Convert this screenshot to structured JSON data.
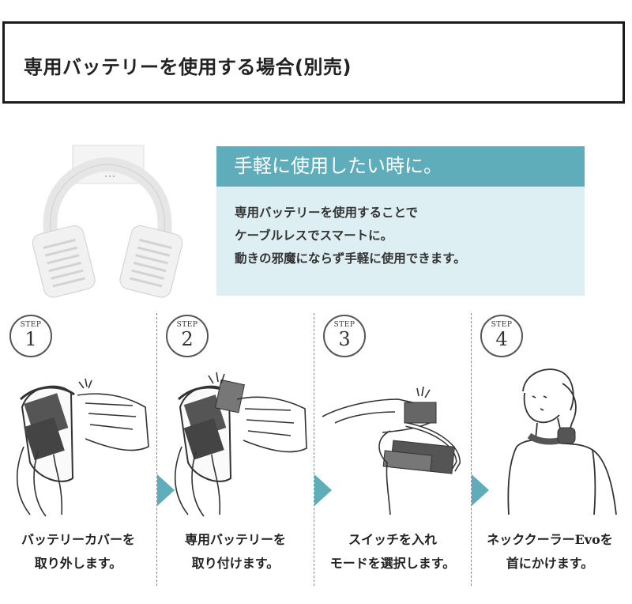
{
  "header": {
    "title": "専用バッテリーを使用する場合(別売)"
  },
  "info": {
    "heading": "手軽に使用したい時に。",
    "lines": [
      "専用バッテリーを使用することで",
      "ケーブルレスでスマートに。",
      "動きの邪魔にならず手軽に使用できます。"
    ]
  },
  "colors": {
    "accent": "#5fadbb",
    "panel": "#ddeff2",
    "border": "#1a1a1a"
  },
  "steps": [
    {
      "label": "STEP",
      "number": "1",
      "caption": [
        "バッテリーカバーを",
        "取り外します。"
      ]
    },
    {
      "label": "STEP",
      "number": "2",
      "caption": [
        "専用バッテリーを",
        "取り付けます。"
      ]
    },
    {
      "label": "STEP",
      "number": "3",
      "caption": [
        "スイッチを入れ",
        "モードを選択します。"
      ]
    },
    {
      "label": "STEP",
      "number": "4",
      "caption": [
        "ネッククーラーEvoを",
        "首にかけます。"
      ]
    }
  ]
}
